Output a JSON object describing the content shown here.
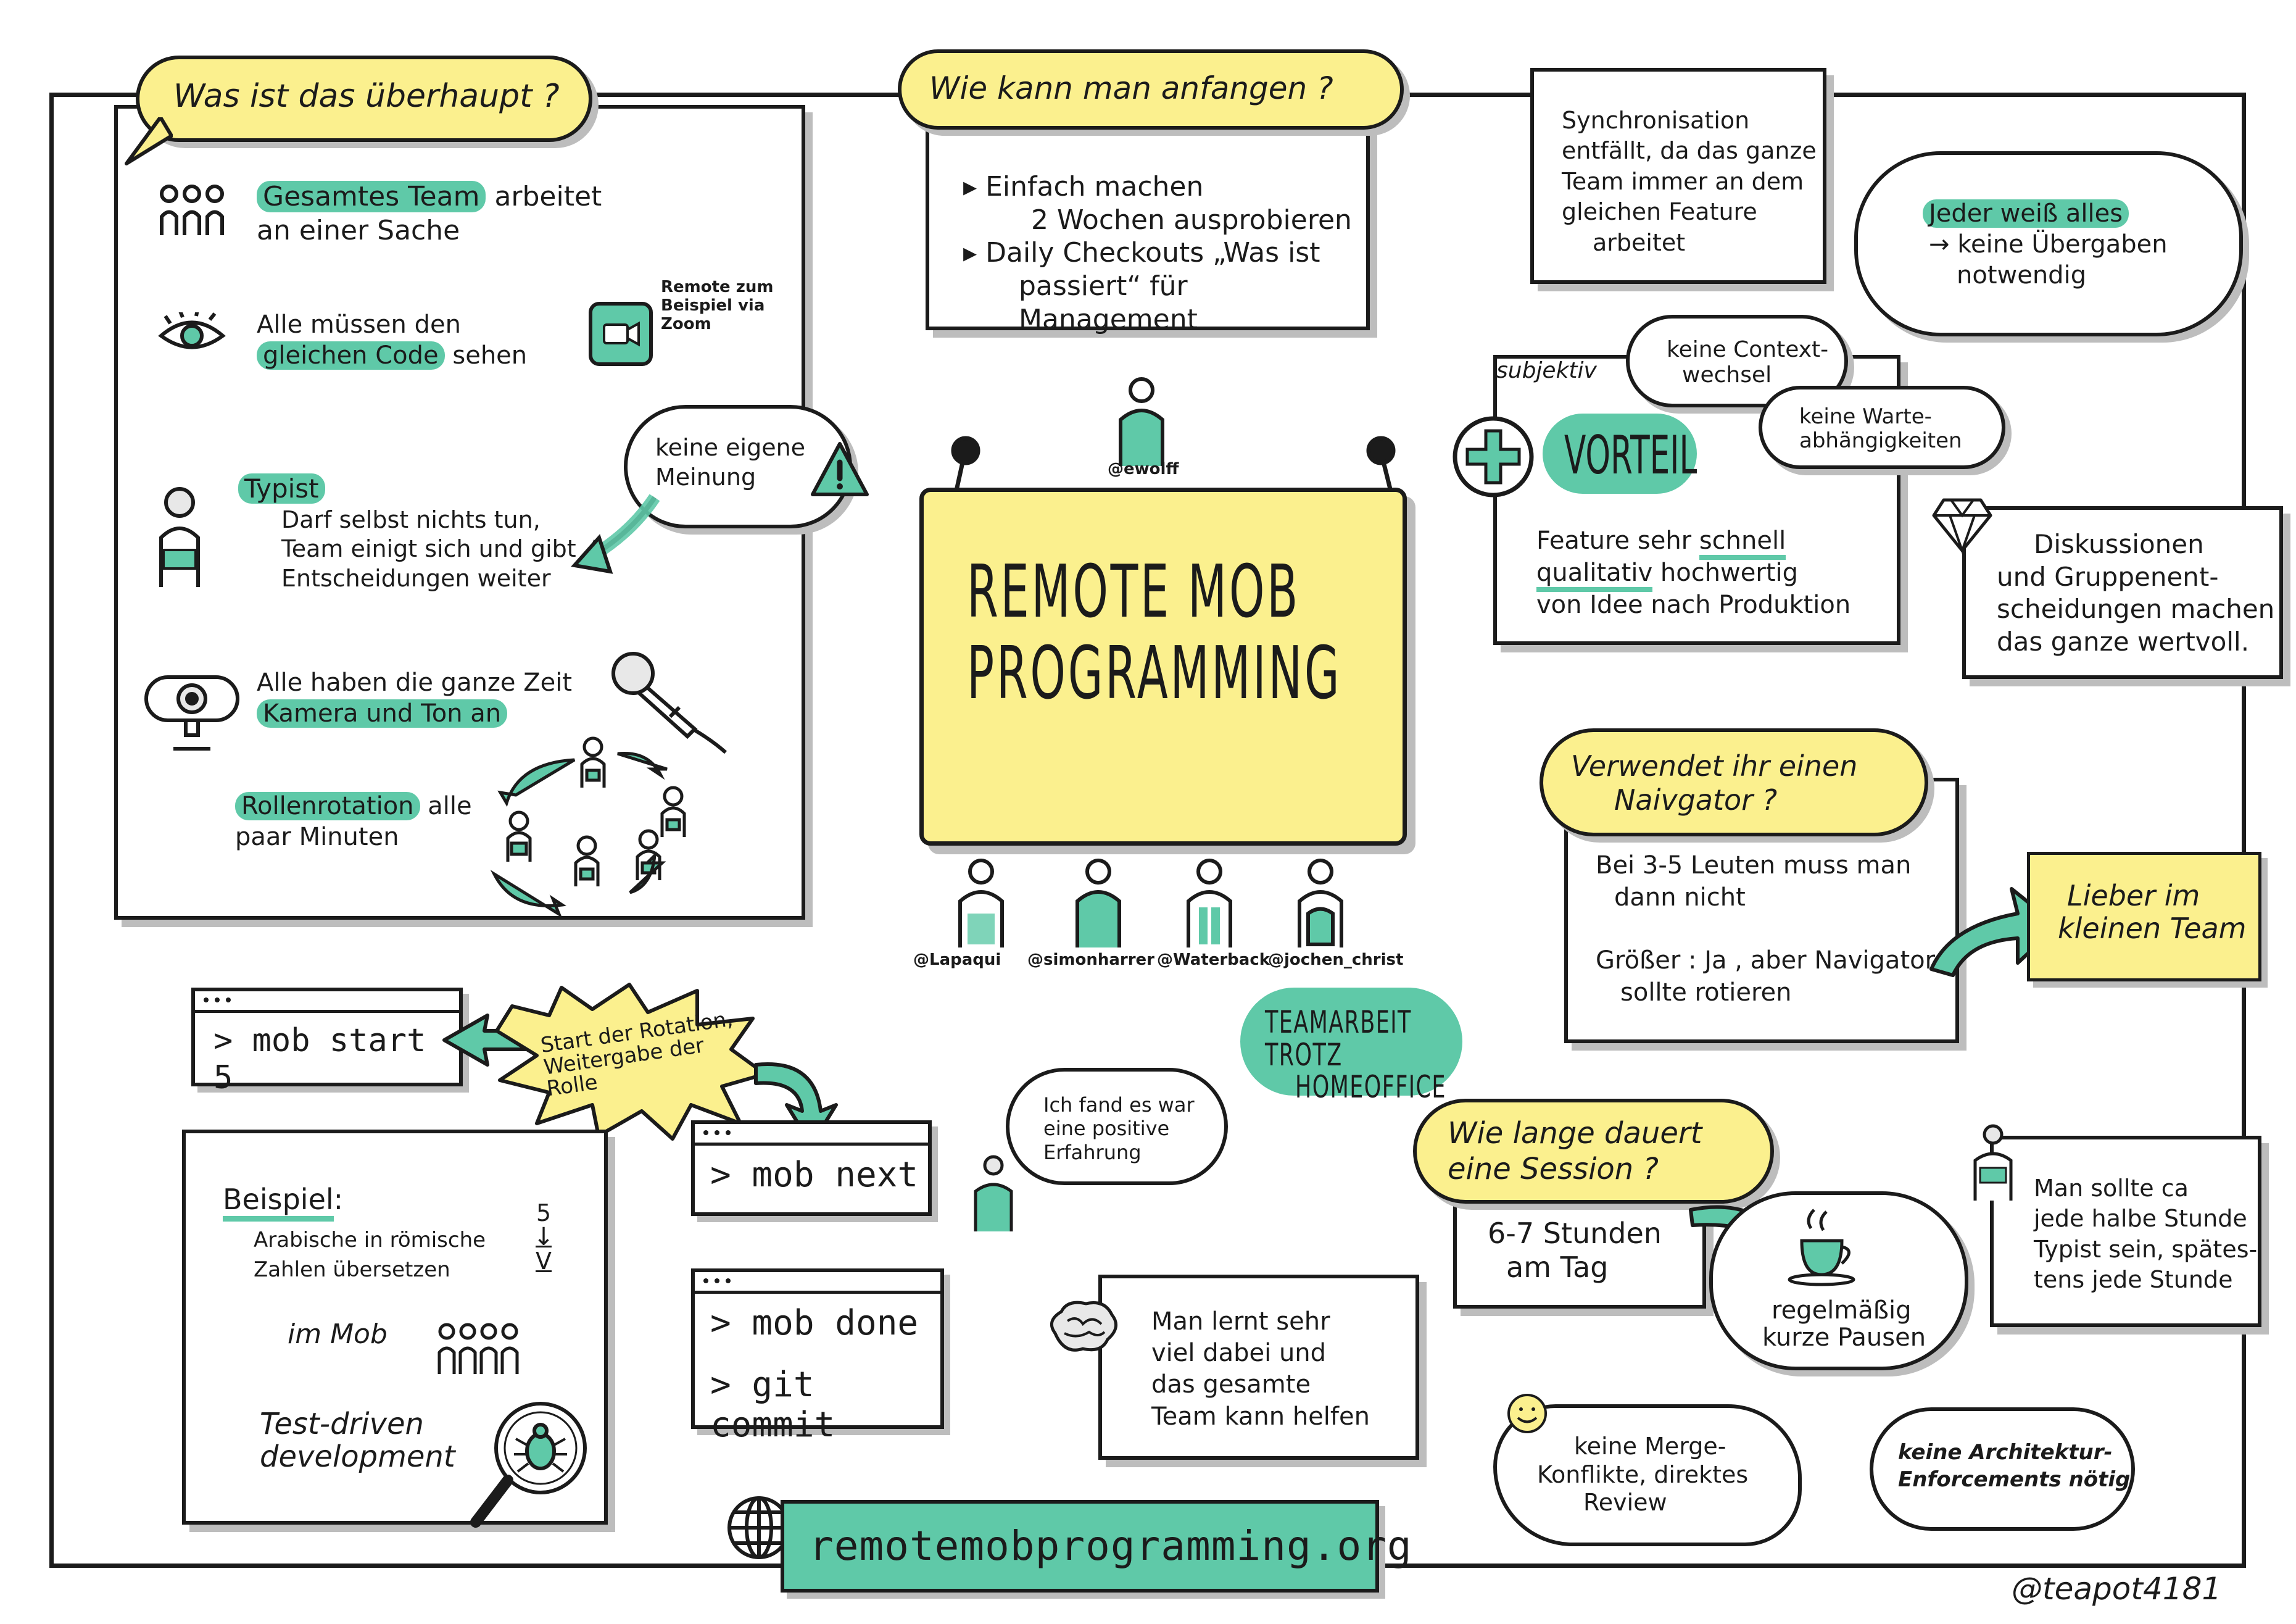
{
  "title_lines": [
    "REMOTE MOB",
    "PROGRAMMING"
  ],
  "subtitle_lines": [
    "TEAMARBEIT TROTZ",
    "HOMEOFFICE"
  ],
  "handles": {
    "top": "@ewolff",
    "bottom": [
      "@Lapaqui",
      "@simonharrer",
      "@Waterback",
      "@jochen_christ"
    ]
  },
  "website": "remotemobprogramming.org",
  "signature": "@teapot4181",
  "what": {
    "heading": "Was ist das überhaupt ?",
    "item1": {
      "hl": "Gesamtes Team",
      "rest": "arbeitet",
      "line2": "an einer Sache"
    },
    "item2": {
      "line1": "Alle müssen den",
      "hl": "gleichen Code",
      "rest": "sehen"
    },
    "remote": [
      "Remote zum",
      "Beispiel via",
      "Zoom"
    ],
    "typist": {
      "hl": "Typist",
      "lines": [
        "Darf selbst nichts tun,",
        "Team einigt sich und gibt",
        "Entscheidungen weiter"
      ]
    },
    "cloud": [
      "keine eigene",
      "Meinung"
    ],
    "camera": {
      "line1": "Alle haben die ganze Zeit",
      "hl": "Kamera und Ton an"
    },
    "rotation": {
      "hl": "Rollenrotation",
      "rest": "alle",
      "line2": "paar Minuten"
    }
  },
  "start": {
    "heading": "Wie kann man anfangen ?",
    "lines": [
      "Einfach machen",
      "2 Wochen ausprobieren",
      "Daily Checkouts „Was ist",
      "passiert“ für Management"
    ]
  },
  "sync": [
    "Synchronisation",
    "entfällt, da das ganze",
    "Team immer an dem",
    "gleichen Feature",
    "arbeitet"
  ],
  "jeder": {
    "hl": "Jeder weiß alles",
    "lines": [
      "→ keine Übergaben",
      "notwendig"
    ]
  },
  "vorteil": {
    "label": "subjektiv",
    "title": "VORTEIL",
    "context": [
      "keine Context-",
      "wechsel"
    ],
    "warte": [
      "keine Warte-",
      "abhängigkeiten"
    ],
    "line1a": "Feature sehr",
    "line1hl": "schnell",
    "line2hl": "qualitativ",
    "line2b": "hochwertig",
    "line3": "von Idee nach Produktion"
  },
  "diskussion": [
    "Diskussionen",
    "und Gruppenent-",
    "scheidungen machen",
    "das ganze wertvoll."
  ],
  "navigator": {
    "heading": [
      "Verwendet ihr einen",
      "Naivgator ?"
    ],
    "lines": [
      "Bei 3-5 Leuten muss man",
      "dann nicht",
      "Größer : Ja , aber Navigator",
      "sollte rotieren"
    ],
    "note": [
      "Lieber im",
      "kleinen Team"
    ]
  },
  "session": {
    "heading": [
      "Wie lange dauert",
      "eine Session ?"
    ],
    "box": [
      "6-7 Stunden",
      "am Tag"
    ],
    "cloud": [
      "regelmäßig",
      "kurze Pausen"
    ]
  },
  "typist_tip": [
    "Man sollte ca",
    "jede halbe Stunde",
    "Typist sein, spätes-",
    "tens jede Stunde"
  ],
  "merge": [
    "keine Merge-",
    "Konflikte, direktes",
    "Review"
  ],
  "arch": [
    "keine Architektur-",
    "Enforcements nötig"
  ],
  "commands": {
    "start": "> mob start 5",
    "next": "> mob next",
    "done": "> mob done",
    "commit": "> git commit",
    "burst": [
      "Start der Rotation,",
      "Weitergabe der",
      "Rolle"
    ]
  },
  "experience": [
    "Ich fand es war",
    "eine positive",
    "Erfahrung"
  ],
  "learn": [
    "Man lernt sehr",
    "viel dabei und",
    "das gesamte",
    "Team kann helfen"
  ],
  "beispiel": {
    "hl": "Beispiel",
    "lines": [
      "Arabische in römische",
      "Zahlen übersetzen"
    ],
    "num": "5",
    "roman": "V",
    "mob": "im Mob",
    "tdd": [
      "Test-driven",
      "development"
    ]
  },
  "colors": {
    "accent": "#5fc9a8",
    "yellow": "#fbf08e",
    "ink": "#1b1b1b",
    "shadow": "#bdbdbd"
  }
}
